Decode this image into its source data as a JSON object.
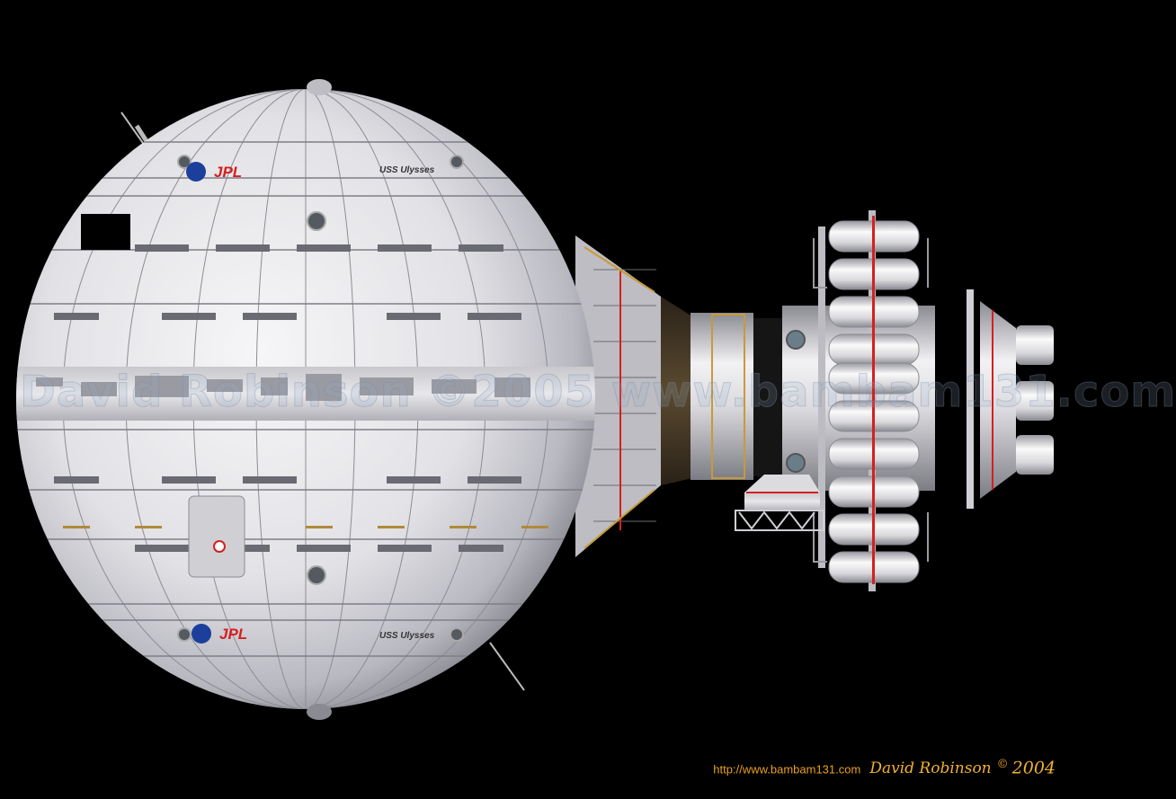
{
  "scene": {
    "subject": "USS Ulysses spacecraft",
    "colors": {
      "background": "#000000",
      "hull": "#e6e6ea",
      "hull_shadow": "#9a9aa2",
      "accent_red": "#d42020",
      "credit_orange": "#e8a020"
    }
  },
  "hull_markings": {
    "top": {
      "agency": "JPL",
      "ship_name": "USS Ulysses"
    },
    "bottom": {
      "agency": "JPL",
      "ship_name": "USS Ulysses"
    }
  },
  "watermark": {
    "text": "David Robinson ©2005 www.bambam131.com"
  },
  "credit": {
    "url": "http://www.bambam131.com",
    "author": "David Robinson",
    "copyright_symbol": "©",
    "year": "2004"
  }
}
